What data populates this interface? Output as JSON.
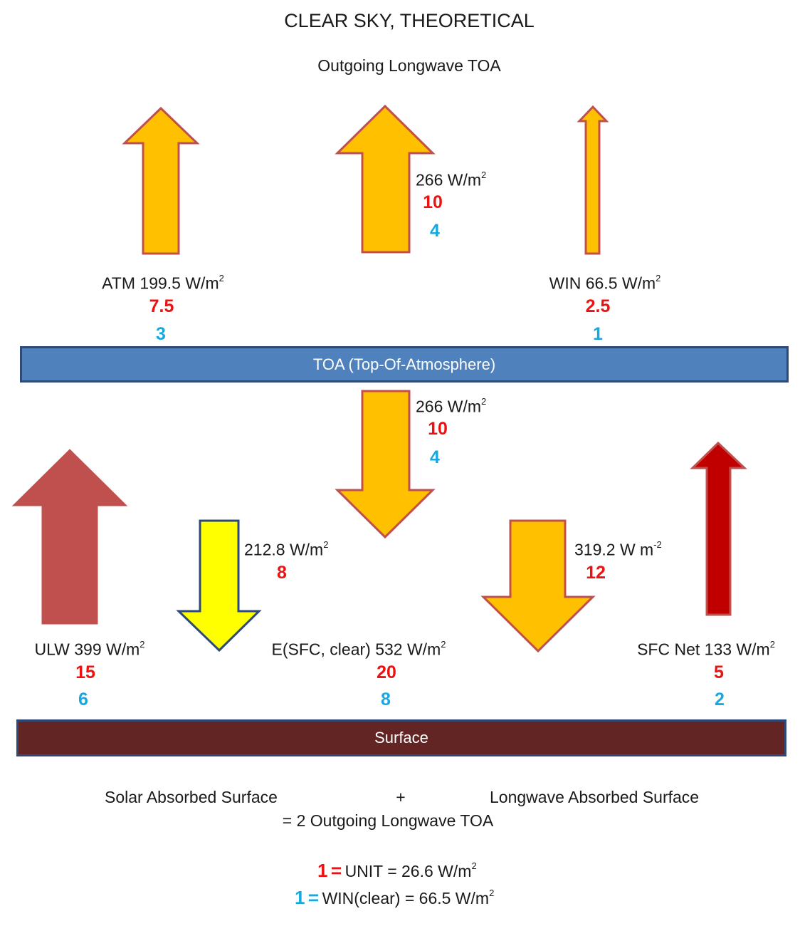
{
  "title": "CLEAR SKY, THEORETICAL",
  "outgoing_label": "Outgoing Longwave TOA",
  "toa_bar_label": "TOA (Top-Of-Atmosphere)",
  "surface_bar_label": "Surface",
  "unit_superscript": "2",
  "unit_superscript_neg": "-2",
  "labels": {
    "atm": {
      "text": "ATM 199.5 W/m",
      "red": "7.5",
      "blue": "3"
    },
    "win": {
      "text": "WIN 66.5 W/m",
      "red": "2.5",
      "blue": "1"
    },
    "outgoing": {
      "text": "266 W/m",
      "red": "10",
      "blue": "4"
    },
    "down_toa": {
      "text": "266 W/m",
      "red": "10",
      "blue": "4"
    },
    "solar_down": {
      "text": "212.8 W/m",
      "red": "8"
    },
    "lw_down": {
      "text": "319.2 W m",
      "red": "12"
    },
    "ulw": {
      "text": "ULW 399 W/m",
      "red": "15",
      "blue": "6"
    },
    "esfc": {
      "text": "E(SFC, clear) 532 W/m",
      "red": "20",
      "blue": "8"
    },
    "sfcnet": {
      "text": "SFC Net 133 W/m",
      "red": "5",
      "blue": "2"
    }
  },
  "equation": {
    "left": "Solar Absorbed Surface",
    "plus": "+",
    "right": "Longwave Absorbed Surface",
    "result": "= 2 Outgoing Longwave TOA"
  },
  "legend": {
    "red_num": "1",
    "blue_num": "1",
    "equals": "=",
    "red_text": "UNIT = 26.6 W/m",
    "blue_text": "WIN(clear) = 66.5 W/m"
  },
  "colors": {
    "orange": "#ffc000",
    "orange_stroke": "#c0504d",
    "yellow": "#ffff00",
    "yellow_stroke": "#2e4a7a",
    "salmon": "#c0504d",
    "darkred": "#c00000",
    "toa_bar": "#4f81bd",
    "surface_bar": "#632523",
    "red_text": "#ee1111",
    "blue_text": "#16a8e0"
  }
}
